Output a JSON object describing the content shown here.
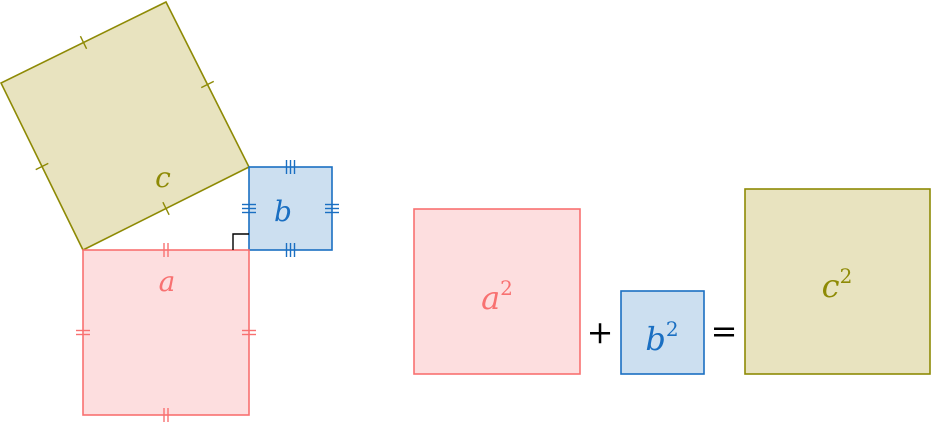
{
  "title": "Pythagorean theorem visual proof",
  "colors": {
    "a_stroke": "#F87171",
    "a_fill": "#FDDEDF",
    "b_stroke": "#1A6FC2",
    "b_fill": "#CCDFF0",
    "c_stroke": "#8E8A05",
    "c_fill": "#E8E3BF",
    "right_angle": "#000000",
    "operator": "#000000"
  },
  "left_figure": {
    "square_a": {
      "label": "a",
      "tick_count": 2
    },
    "square_b": {
      "label": "b",
      "tick_count": 3
    },
    "square_c": {
      "label": "c",
      "tick_count": 1
    },
    "right_angle_marker": true
  },
  "equation": {
    "term_a": {
      "base": "a",
      "exponent": "2"
    },
    "plus": "+",
    "term_b": {
      "base": "b",
      "exponent": "2"
    },
    "equals": "=",
    "term_c": {
      "base": "c",
      "exponent": "2"
    }
  }
}
